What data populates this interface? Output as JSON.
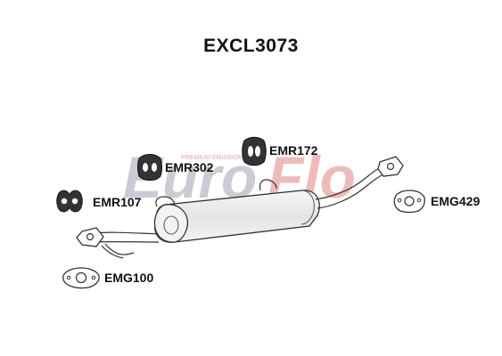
{
  "title": "EXCL3073",
  "watermark": {
    "brand_part1": "Euro",
    "brand_part2": "Flo",
    "tagline": "PREMIUM EMISSION",
    "colors": {
      "grey": "#b8b8c4",
      "red": "#e9a6a6"
    }
  },
  "parts": [
    {
      "code": "EMR302",
      "kind": "rubber-hanger"
    },
    {
      "code": "EMR172",
      "kind": "rubber-hanger"
    },
    {
      "code": "EMR107",
      "kind": "rubber-hanger"
    },
    {
      "code": "EMG429",
      "kind": "gasket"
    },
    {
      "code": "EMG100",
      "kind": "gasket"
    }
  ],
  "colors": {
    "line": "#333333",
    "muffler_fill": "#eeeeee",
    "text": "#111111"
  }
}
